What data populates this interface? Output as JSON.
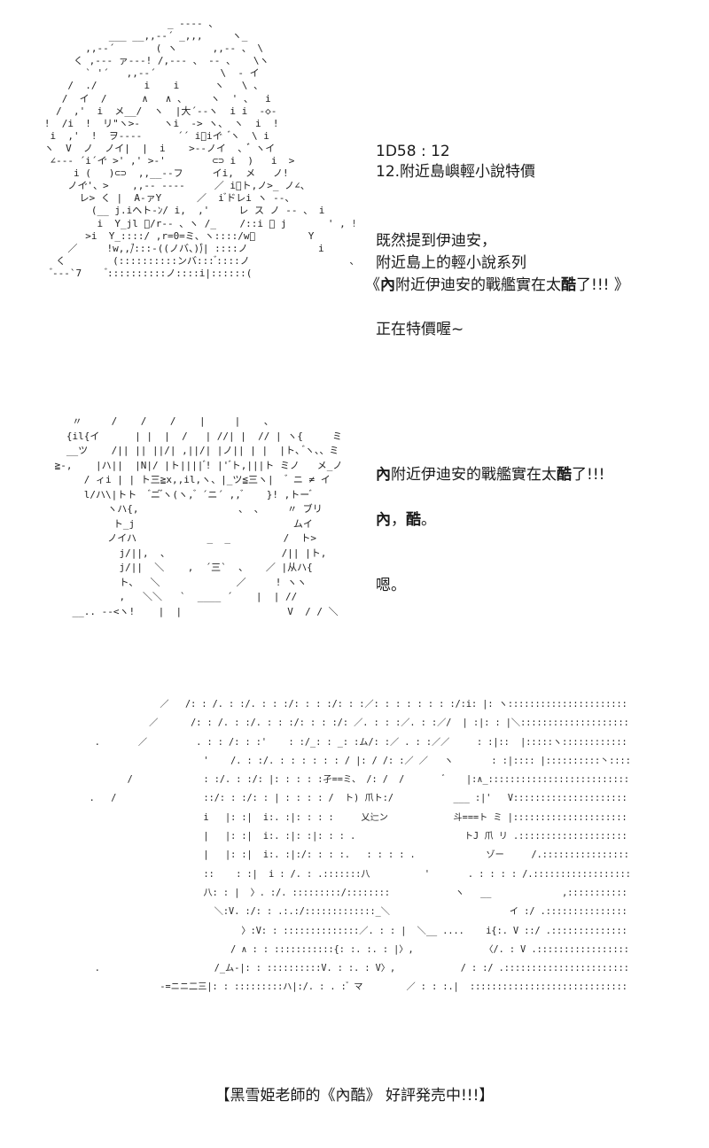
{
  "panel1": {
    "roll": "1D58 : 12",
    "title": "12.附近島嶼輕小說特價",
    "line1": "既然提到伊迪安，",
    "line2": "附近島上的輕小說系列",
    "series_open": "《",
    "series_b1": "內",
    "series_mid": "附近伊迪安的戰艦實在太",
    "series_b2": "酷",
    "series_end": "了!!! 》",
    "line4": "正在特價喔~"
  },
  "panel2": {
    "q_b1": "內",
    "q_mid": "附近伊迪安的戰艦實在太",
    "q_b2": "酷",
    "q_end": "了!!!",
    "abbr_b1": "內",
    "abbr_sep": "，",
    "abbr_b2": "酷",
    "abbr_end": "。",
    "reply": "嗯。"
  },
  "caption": "【黑雪姫老師的《內酷》  好評発売中!!!】"
}
